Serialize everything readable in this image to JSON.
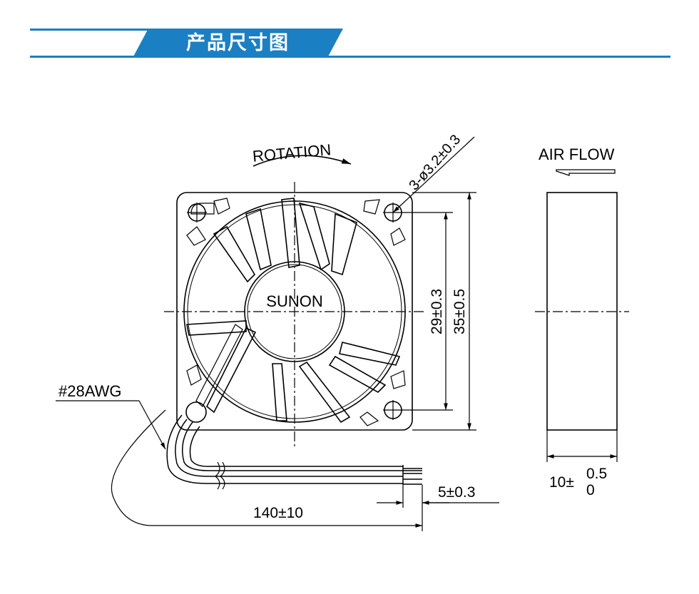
{
  "header": {
    "title": "产品尺寸图"
  },
  "drawing": {
    "rotation_label": "ROTATION",
    "hole_label": "3-ø3.2±0.3",
    "brand_label": "SUNON",
    "dim_inner": "29±0.3",
    "dim_outer": "35±0.5",
    "airflow_label": "AIR FLOW",
    "wire_label": "#28AWG",
    "lead_length_label": "140±10",
    "strip_length_label": "5±0.3",
    "thickness_base": "10±",
    "thickness_upper": "0.5",
    "thickness_lower": "0"
  },
  "colors": {
    "accent": "#1b7fc3",
    "line": "#000000"
  }
}
